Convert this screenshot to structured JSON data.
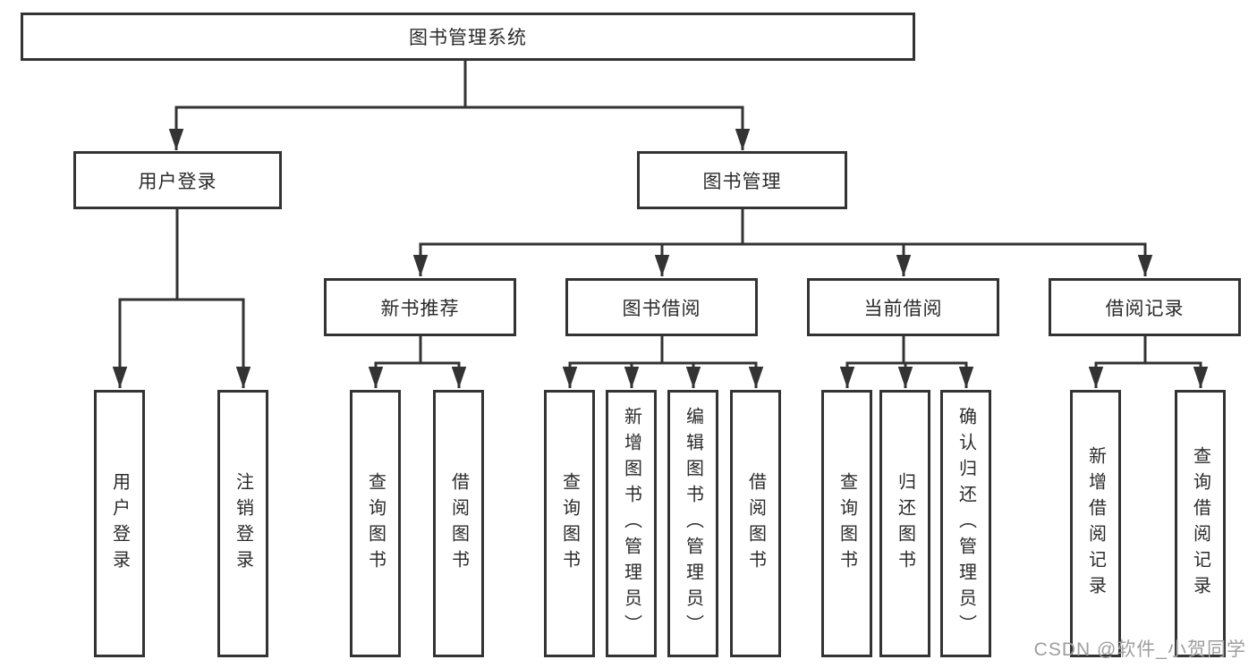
{
  "diagram": {
    "root": {
      "label": "图书管理系统"
    },
    "modules": {
      "user_login": {
        "label": "用户登录",
        "children": [
          "用户登录",
          "注销登录"
        ]
      },
      "book_mgmt": {
        "label": "图书管理",
        "groups": {
          "new_books": {
            "label": "新书推荐",
            "children": [
              "查询图书",
              "借阅图书"
            ]
          },
          "book_borrow": {
            "label": "图书借阅",
            "children": [
              "查询图书",
              "新增图书（管理员）",
              "编辑图书（管理员）",
              "借阅图书"
            ]
          },
          "current_borrow": {
            "label": "当前借阅",
            "children": [
              "查询图书",
              "归还图书",
              "确认归还（管理员）"
            ]
          },
          "borrow_records": {
            "label": "借阅记录",
            "children": [
              "新增借阅记录",
              "查询借阅记录"
            ]
          }
        }
      }
    }
  },
  "watermark": "CSDN @软件_小贺同学",
  "colors": {
    "line": "#333333",
    "box_border": "#333333",
    "text": "#2b2b2b",
    "watermark": "#9e9e9e",
    "background": "#ffffff"
  }
}
